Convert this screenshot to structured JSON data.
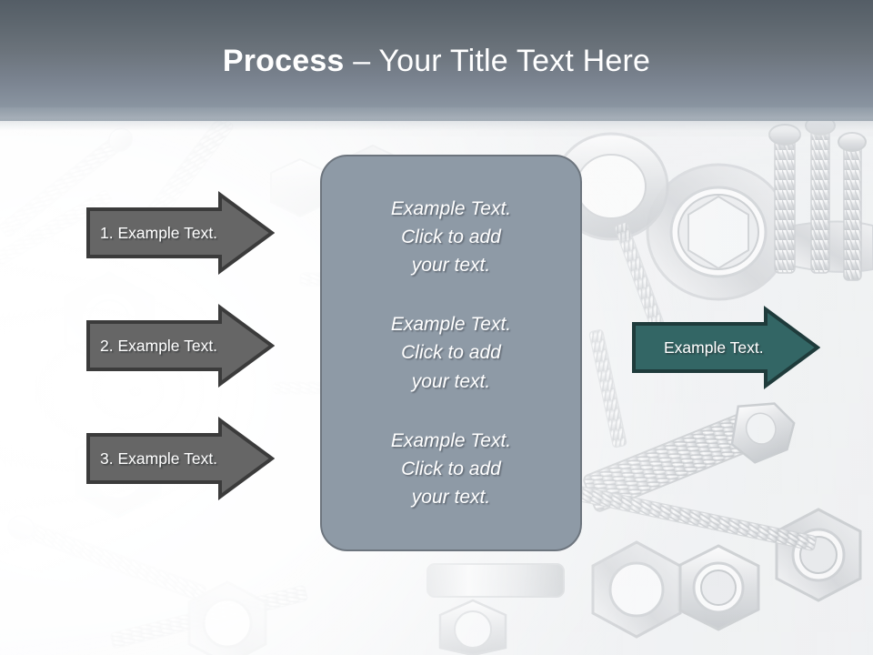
{
  "slide": {
    "title_bold": "Process",
    "title_rest": " – Your Title Text Here",
    "title_full": "Process – Your Title Text Here"
  },
  "colors": {
    "header_top": "#545d66",
    "header_bottom": "#929da8",
    "gray_arrow_fill": "#666666",
    "gray_arrow_border": "#3b3b3b",
    "teal_arrow_fill": "#336665",
    "teal_arrow_border": "#1f3b3b",
    "center_box_fill": "#8e9aa6",
    "center_box_border": "#6d757e",
    "text_white": "#ffffff"
  },
  "left_arrows": [
    {
      "label": "1. Example Text.",
      "order": 1
    },
    {
      "label": "2. Example Text.",
      "order": 2
    },
    {
      "label": "3. Example Text.",
      "order": 3
    }
  ],
  "center_box": {
    "paragraphs": [
      "Example Text.\nClick  to add\nyour text.",
      "Example Text.\nClick  to add\nyour text.",
      "Example Text.\nClick  to add\nyour text."
    ]
  },
  "right_arrow": {
    "label": "Example Text."
  },
  "background": {
    "description": "desaturated photo of bolts, nuts, screws and wrenches, washed out toward white on the left"
  }
}
